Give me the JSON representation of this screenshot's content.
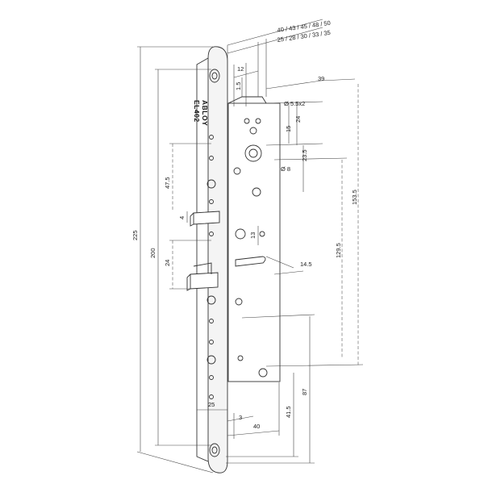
{
  "product": {
    "brand": "ABLOY",
    "model": "EL402"
  },
  "dimensions": {
    "backset_series_a": "40 / 43 / 45 / 48 / 50",
    "backset_series_b": "25 / 28 / 30 / 33 / 35",
    "d12": "12",
    "d1_5": "1.5",
    "d39": "39",
    "hole_5_5x2": "Ø 5.5x2",
    "d24_top": "24",
    "d15": "15",
    "d23_5": "23.5",
    "hole_8": "Ø 8",
    "d153_5": "153.5",
    "d47_5": "47.5",
    "d4": "4",
    "d13": "13",
    "d14_5": "14.5",
    "d129_5": "129.5",
    "d24_mid": "24",
    "d225": "225",
    "d200": "200",
    "d25": "25",
    "d3": "3",
    "d40": "40",
    "d41_5": "41.5",
    "d87": "87"
  }
}
